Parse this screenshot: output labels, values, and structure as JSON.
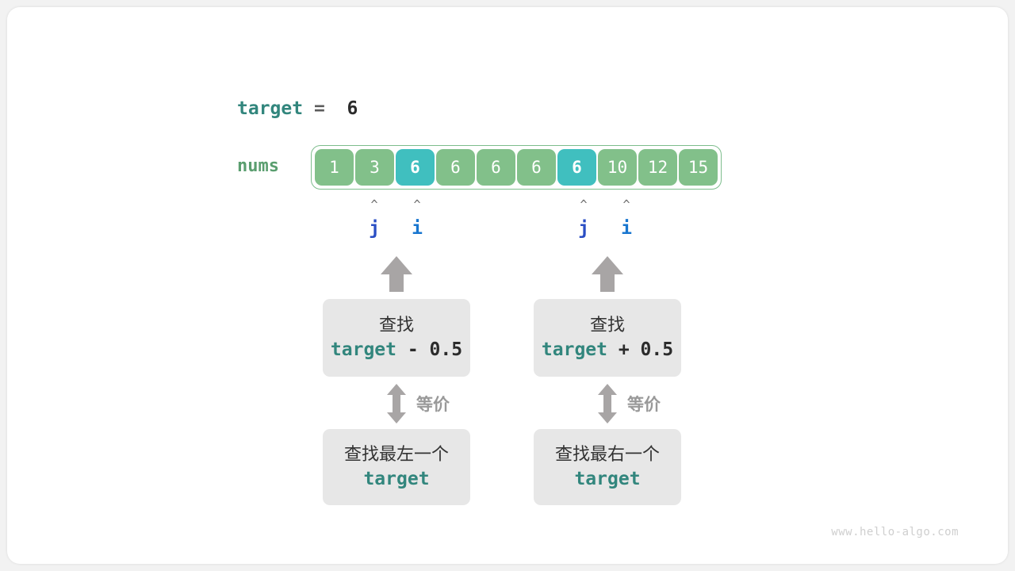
{
  "watermark": "www.hello-algo.com",
  "target_line": {
    "name": "target",
    "operator": "=",
    "value": "6"
  },
  "array": {
    "label": "nums",
    "values": [
      "1",
      "3",
      "6",
      "6",
      "6",
      "6",
      "6",
      "10",
      "12",
      "15"
    ],
    "highlighted_indices": [
      2,
      6
    ],
    "cell_color": "#82c08a",
    "highlight_color": "#40bfbf",
    "frame_border_color": "#7dbd8c",
    "label_color": "#5a9e6f"
  },
  "pointers": [
    {
      "caret": "^",
      "label": "j",
      "color": "#2a4ec4",
      "cell_index": 2
    },
    {
      "caret": "^",
      "label": "i",
      "color": "#1876cf",
      "cell_index": 3
    },
    {
      "caret": "^",
      "label": "j",
      "color": "#2a4ec4",
      "cell_index": 6
    },
    {
      "caret": "^",
      "label": "i",
      "color": "#1876cf",
      "cell_index": 7
    }
  ],
  "columns": [
    {
      "top_box": {
        "line1": "查找",
        "expr_name": "target",
        "expr_op": " - ",
        "expr_value": "0.5"
      },
      "equiv_label": "等价",
      "bottom_box": {
        "line1": "查找最左一个",
        "line2": "target"
      }
    },
    {
      "top_box": {
        "line1": "查找",
        "expr_name": "target",
        "expr_op": " + ",
        "expr_value": "0.5"
      },
      "equiv_label": "等价",
      "bottom_box": {
        "line1": "查找最右一个",
        "line2": "target"
      }
    }
  ],
  "colors": {
    "accent_teal": "#32867d",
    "arrow_gray": "#a8a5a5",
    "box_gray": "#e7e7e7",
    "page_bg": "#f2f2f2",
    "card_bg": "#ffffff"
  }
}
